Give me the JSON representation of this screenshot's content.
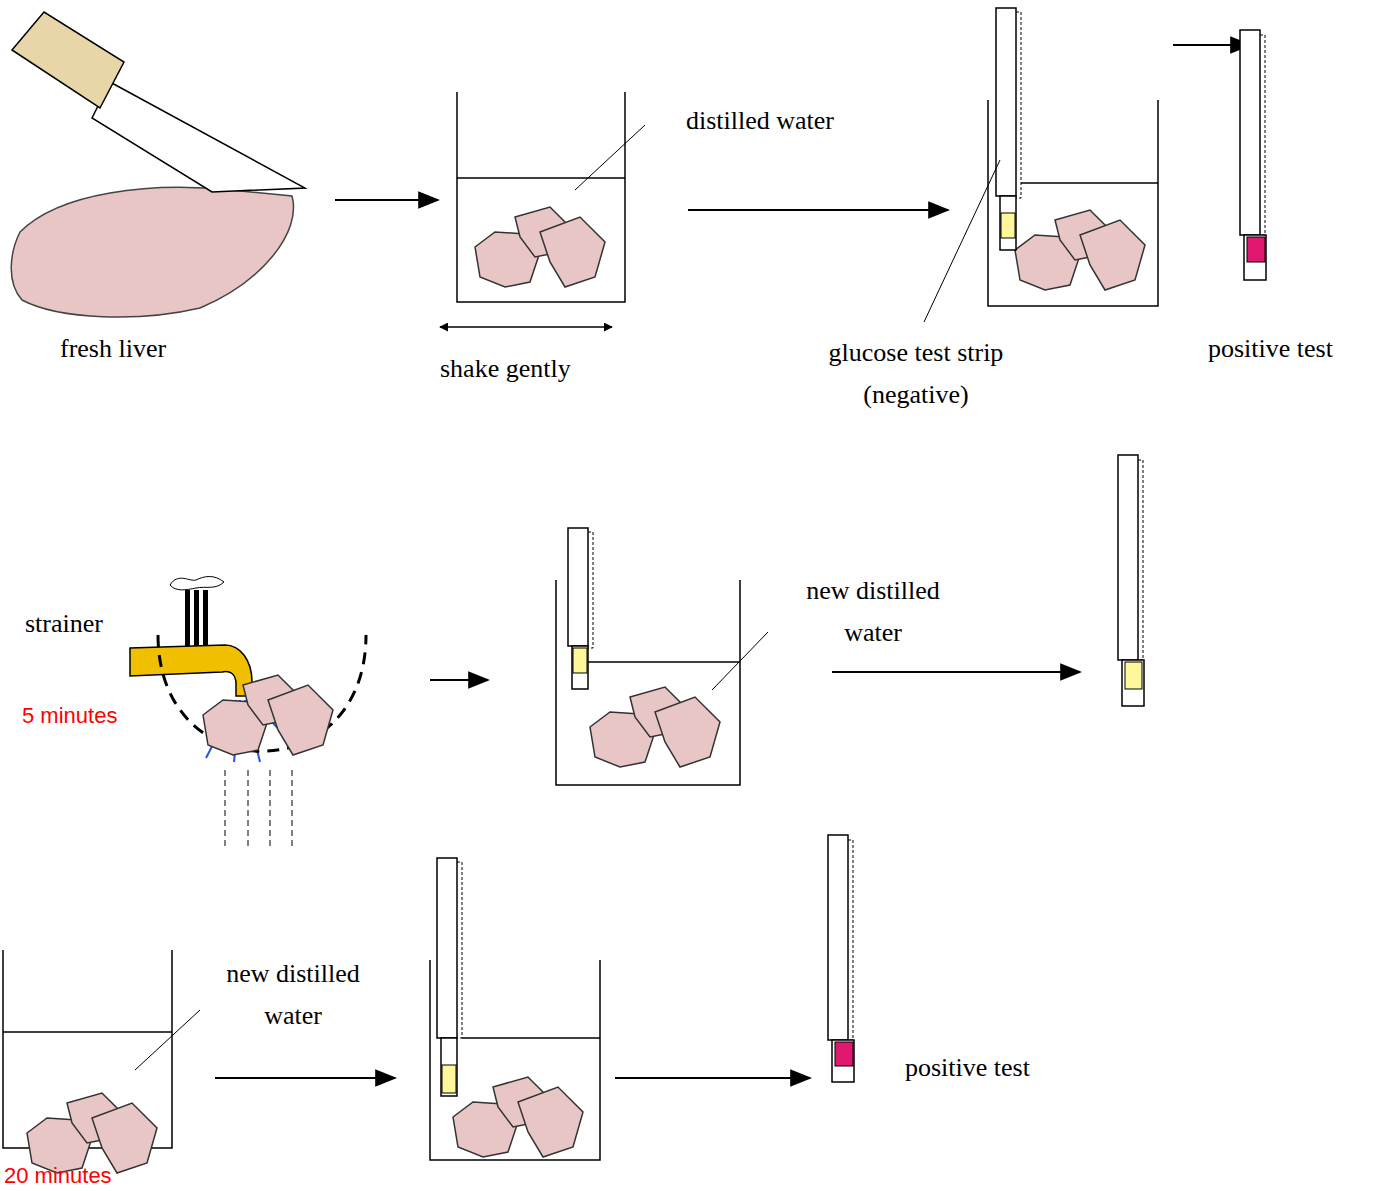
{
  "diagram": {
    "labels": [
      "distilled water",
      "fresh liver",
      "shake gently",
      "glucose test strip (negative)",
      "positive test",
      "strainer",
      "new distilled water",
      "5 minutes",
      "new distilled water",
      "20 minutes",
      "positive test"
    ]
  }
}
